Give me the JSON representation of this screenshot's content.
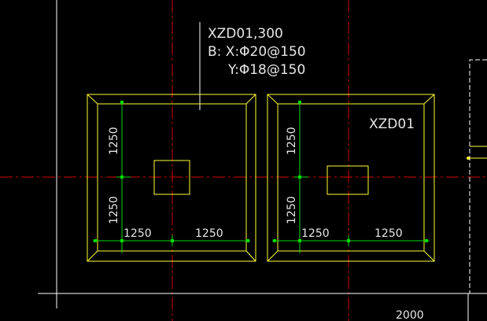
{
  "colors": {
    "background": "#000000",
    "axis_line": "#d40000",
    "outline": "#ffff33",
    "dimension": "#00dd00",
    "text": "#e6e6e6",
    "border": "#ffffff"
  },
  "annotation": {
    "line1": "XZD01,300",
    "line2": "B: X:Φ20@150",
    "line3": "Y:Φ18@150"
  },
  "footing_right": {
    "label": "XZD01"
  },
  "dimensions": {
    "left_upper_vertical": "1250",
    "left_lower_vertical": "1250",
    "left_bottom_left": "1250",
    "left_bottom_right": "1250",
    "right_upper_vertical": "1250",
    "right_lower_vertical": "1250",
    "right_bottom_left": "1250",
    "right_bottom_right": "1250",
    "bottom_span": "2000"
  }
}
